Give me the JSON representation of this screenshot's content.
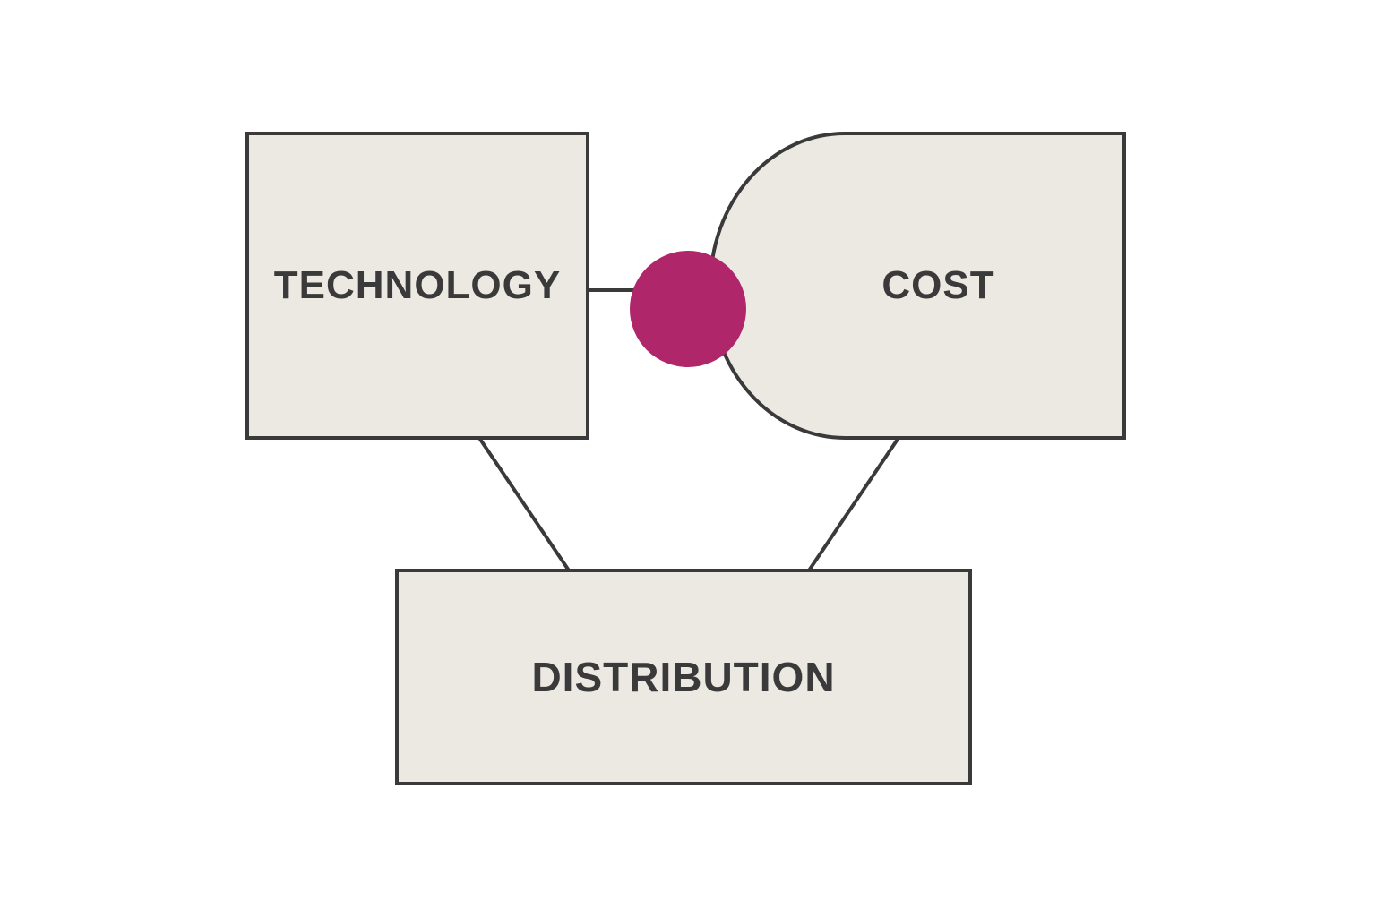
{
  "nodes": {
    "technology": {
      "label": "TECHNOLOGY"
    },
    "cost": {
      "label": "COST"
    },
    "distribution": {
      "label": "DISTRIBUTION"
    }
  },
  "colors": {
    "box_fill": "#ECE9E3",
    "box_stroke": "#3A3A3A",
    "connector": "#3A3A3A",
    "accent_dot": "#B0266A",
    "text": "#3A3A3A"
  }
}
